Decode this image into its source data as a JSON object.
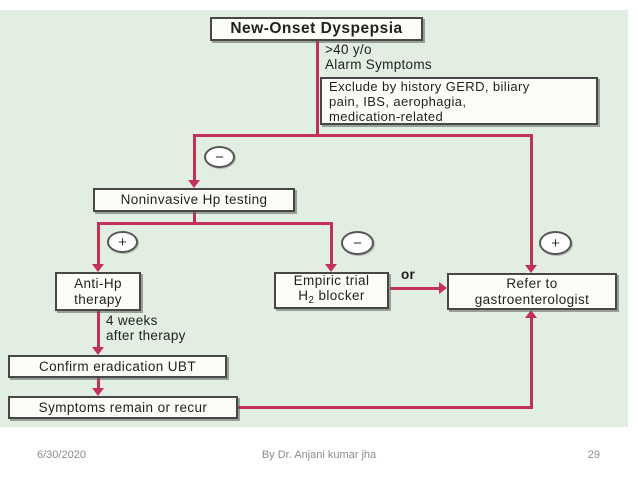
{
  "flowchart": {
    "title": "New-Onset Dyspepsia",
    "alarm_label": ">40 y/o\nAlarm Symptoms",
    "exclude_box": "Exclude by history GERD, biliary\npain, IBS, aerophagia,\nmedication-related",
    "noninvasive_box": "Noninvasive Hp testing",
    "anti_hp_box": "Anti-Hp\ntherapy",
    "empiric_box": {
      "line1": "Empiric trial",
      "h": "H",
      "sub": "2",
      "rest": " blocker"
    },
    "or_label": "or",
    "refer_box": "Refer to\ngastroenterologist",
    "weeks_label": "4 weeks\nafter therapy",
    "confirm_box": "Confirm eradication UBT",
    "symptoms_box": "Symptoms remain or recur",
    "signs": {
      "minus": "−",
      "plus": "+"
    }
  },
  "footer": {
    "date": "6/30/2020",
    "author": "By Dr. Anjani kumar jha",
    "page": "29"
  },
  "colors": {
    "background": "#e3eee3",
    "line": "#c23256",
    "box_border": "#474747",
    "box_fill": "#fdfdf8",
    "text": "#1f1f1f",
    "footer_text": "#8c8c8c"
  }
}
